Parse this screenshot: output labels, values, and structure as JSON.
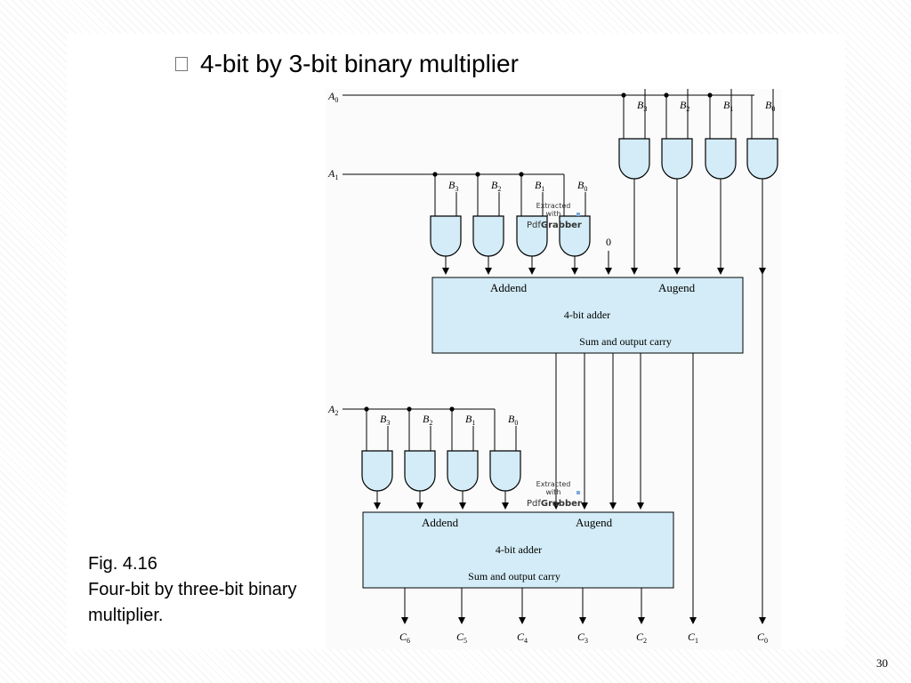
{
  "slide": {
    "title": "4-bit by 3-bit binary multiplier",
    "caption": {
      "line1": "Fig. 4.16",
      "line2": "Four-bit by three-bit binary",
      "line3": "multiplier."
    },
    "page_number": "30"
  },
  "diagram": {
    "inputs": {
      "A0": "A",
      "A1": "A",
      "A2": "A",
      "sub_A0": "0",
      "sub_A1": "1",
      "sub_A2": "2"
    },
    "b_labels": [
      "B",
      "B",
      "B",
      "B"
    ],
    "b_subs": [
      "3",
      "2",
      "1",
      "0"
    ],
    "zero_input": "0",
    "adder1": {
      "addend": "Addend",
      "augend": "Augend",
      "name": "4-bit adder",
      "sum": "Sum and output carry"
    },
    "adder2": {
      "addend": "Addend",
      "augend": "Augend",
      "name": "4-bit adder",
      "sum": "Sum and output carry"
    },
    "outputs": [
      "C",
      "C",
      "C",
      "C",
      "C",
      "C",
      "C"
    ],
    "output_subs": [
      "6",
      "5",
      "4",
      "3",
      "2",
      "1",
      "0"
    ],
    "watermark": {
      "line1": "Extracted",
      "line2": "with",
      "brand_a": "Pdf",
      "brand_b": "Grabber"
    }
  },
  "colors": {
    "gate_fill": "#d3ecf7",
    "adder_fill": "#d3ecf7",
    "wire": "#000000"
  }
}
